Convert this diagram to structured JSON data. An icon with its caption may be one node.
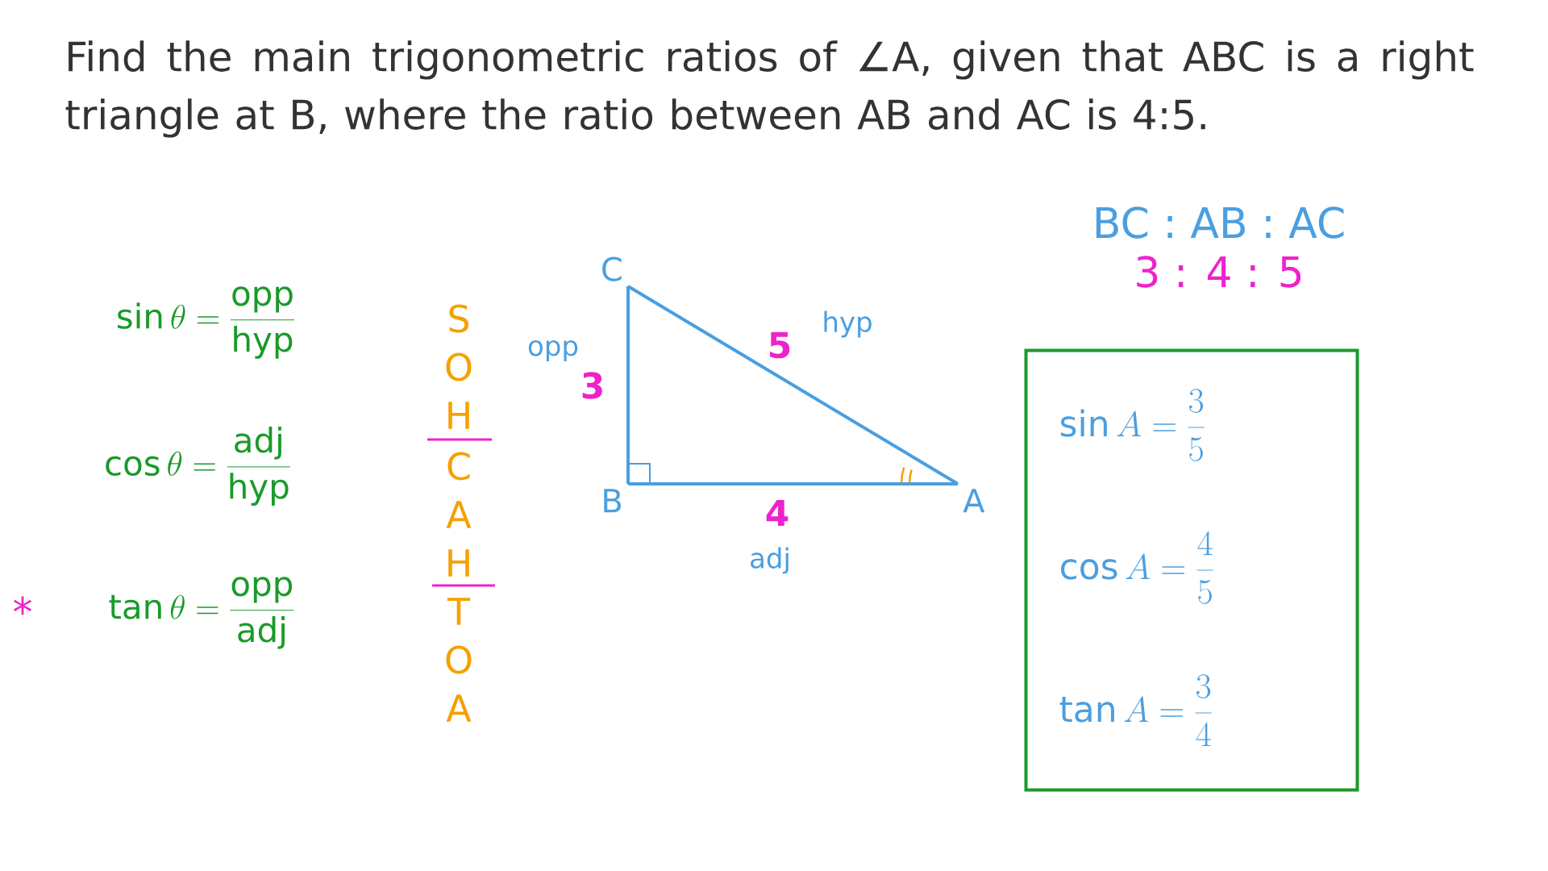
{
  "diagram": {
    "title": "Find the main trigonometric ratios of ∠A, given that ABC is a right triangle at B, where the ratio between AB and AC is 4:5.",
    "nodes": [
      {
        "text": [
          "C"
        ]
      },
      {
        "text": [
          "B"
        ]
      },
      {
        "text": [
          "A"
        ]
      },
      {
        "text": [
          "\\sin A = \\frac{3}{5}",
          "\\cos A = \\frac{4}{5}",
          "\\tan A = \\frac{3}{4}"
        ]
      }
    ],
    "edges": [
      {
        "from": 0,
        "to": 1,
        "arrow": "none",
        "label": "3"
      },
      {
        "from": 1,
        "to": 2,
        "arrow": "none",
        "label": "4"
      },
      {
        "from": 0,
        "to": 2,
        "arrow": "none",
        "label": "5"
      }
    ],
    "labels": [
      "BC : AB : AC",
      "3 : 4 : 5",
      "\\sin\\theta = \\frac{\\mathrm{opp}}{\\mathrm{hyp}}",
      "S",
      "O",
      "opp",
      "hyp",
      "H",
      "C",
      "\\cos\\theta = \\frac{\\mathrm{adj}}{\\mathrm{hyp}}",
      "A",
      "H",
      "adj",
      "*",
      "\\tan\\theta = \\frac{\\mathrm{opp}}{\\mathrm{adj}}",
      "T",
      "O",
      "A"
    ]
  }
}
